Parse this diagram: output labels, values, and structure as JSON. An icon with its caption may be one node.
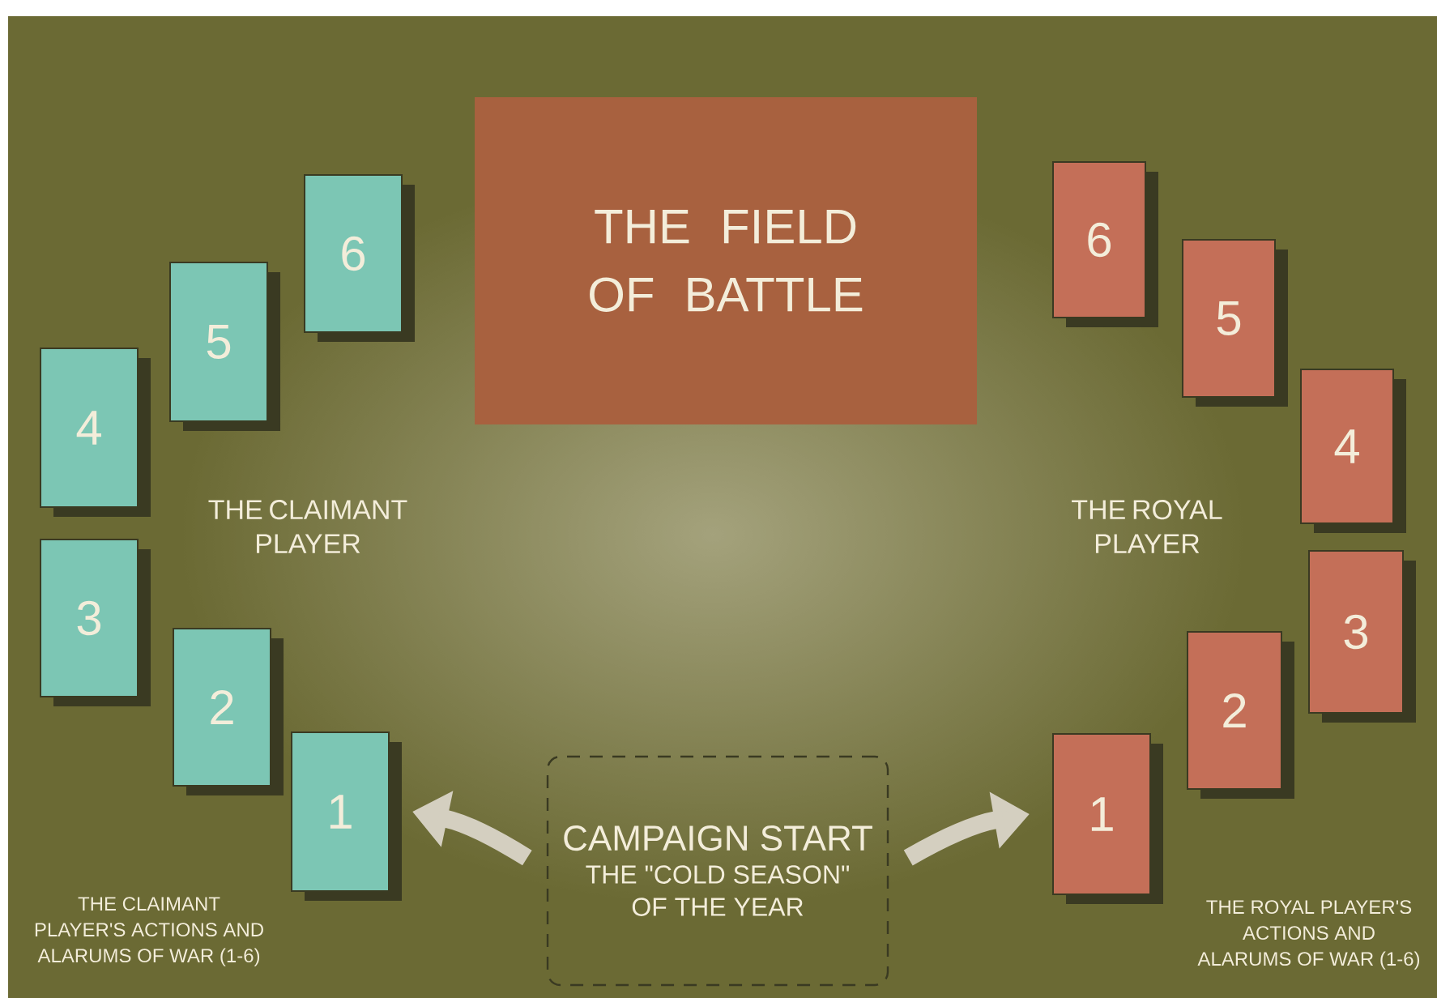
{
  "diagram": {
    "nodes": [
      {
        "text": [
          "THE FIELD OF BATTLE"
        ]
      },
      {
        "text": [
          "6"
        ]
      },
      {
        "text": [
          "5"
        ]
      },
      {
        "text": [
          "4"
        ]
      },
      {
        "text": [
          "3"
        ]
      },
      {
        "text": [
          "2"
        ]
      },
      {
        "text": [
          "1"
        ]
      },
      {
        "text": [
          "6"
        ]
      },
      {
        "text": [
          "5"
        ]
      },
      {
        "text": [
          "4"
        ]
      },
      {
        "text": [
          "3"
        ]
      },
      {
        "text": [
          "2"
        ]
      },
      {
        "text": [
          "1"
        ]
      },
      {
        "text": [
          "CAMPAIGN START",
          "THE \"COLD SEASON\" OF THE YEAR"
        ]
      }
    ],
    "edges": [
      {
        "from": 13,
        "to": 6,
        "arrow": "to"
      },
      {
        "from": 13,
        "to": 12,
        "arrow": "to"
      }
    ],
    "labels": [
      "THE CLAIMANT PLAYER",
      "THE ROYAL PLAYER",
      "THE CLAIMANT PLAYER'S ACTIONS AND ALARUMS OF WAR (1-6)",
      "THE ROYAL PLAYER'S ACTIONS AND ALARUMS OF WAR (1-6)"
    ]
  }
}
